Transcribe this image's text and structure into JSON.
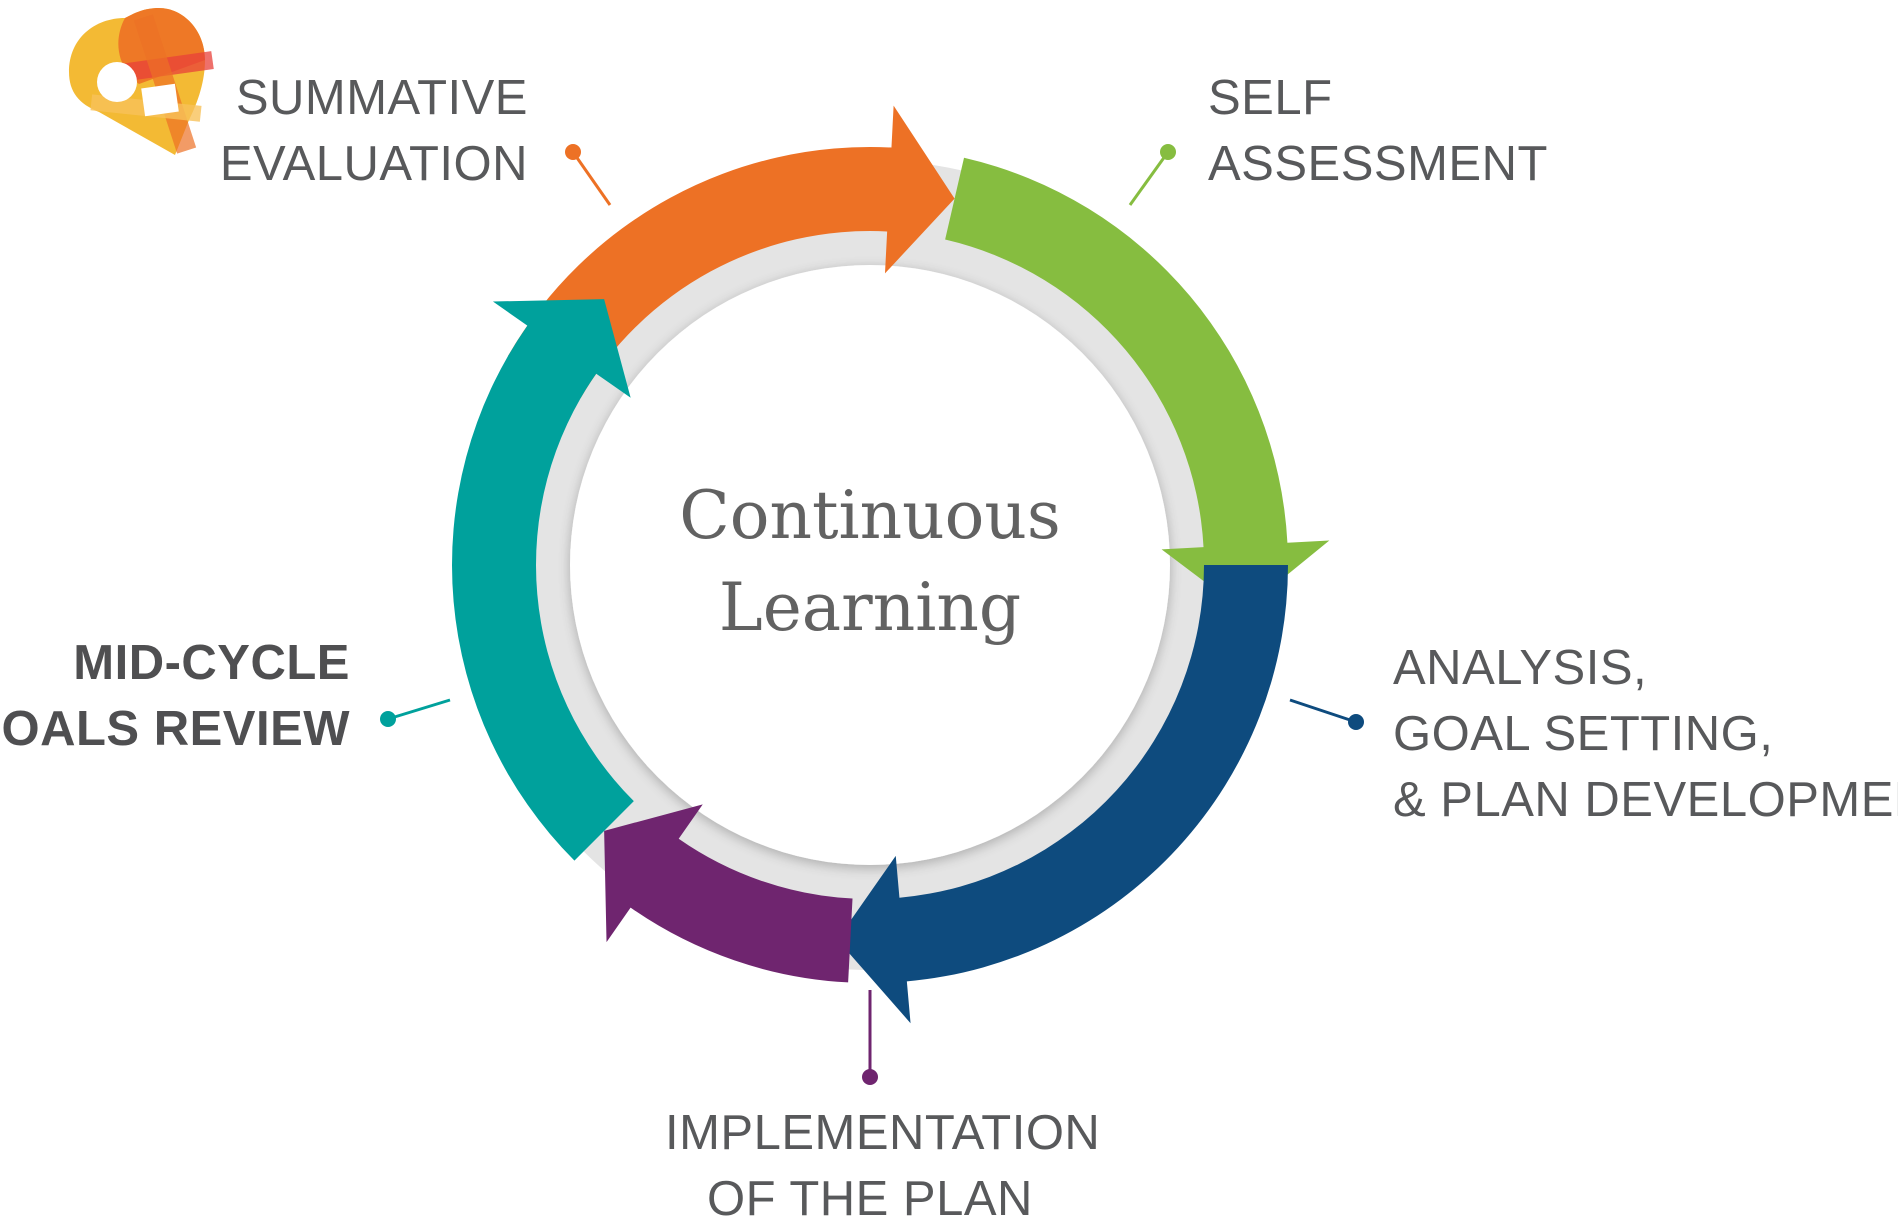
{
  "center": {
    "line1": "Continuous",
    "line2": "Learning"
  },
  "stages": [
    {
      "id": "summative",
      "lines": [
        "SUMMATIVE",
        "EVALUATION"
      ],
      "color": "#ed7125",
      "bold": false
    },
    {
      "id": "self",
      "lines": [
        "SELF",
        "ASSESSMENT"
      ],
      "color": "#86bd40",
      "bold": false
    },
    {
      "id": "analysis",
      "lines": [
        "ANALYSIS,",
        "GOAL SETTING,",
        "& PLAN DEVELOPMENT"
      ],
      "color": "#0e4b7e",
      "bold": false
    },
    {
      "id": "implementation",
      "lines": [
        "IMPLEMENTATION",
        "OF THE PLAN"
      ],
      "color": "#6f256f",
      "bold": false
    },
    {
      "id": "midcycle",
      "lines": [
        "MID-CYCLE",
        "GOALS REVIEW"
      ],
      "color": "#00a19c",
      "bold": true
    }
  ],
  "logo": {
    "icon": "heart-logo-icon",
    "colors": [
      "#f2b31e",
      "#ed7125",
      "#e8403a"
    ]
  }
}
